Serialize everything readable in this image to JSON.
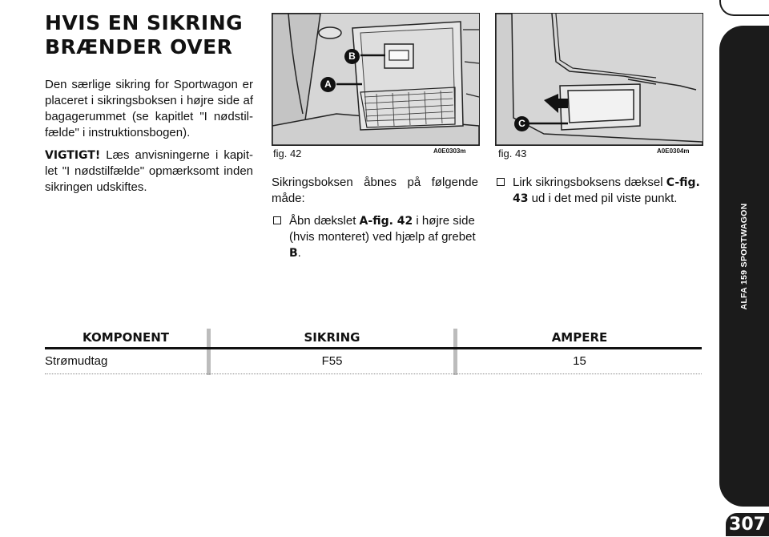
{
  "title_lines": [
    "HVIS EN SIKRING",
    "BRÆNDER OVER"
  ],
  "intro": "Den særlige sikring for Sportwagon er placeret i sikringsboksen i højre side af bagagerummet (se kapitlet \"I nødstil-fælde\" i instruktionsbogen).",
  "warning": {
    "label": "VIGTIGT!",
    "text": " Læs anvisningerne i kapit-let \"I nødstilfælde\" opmærksomt inden sikringen udskiftes."
  },
  "figures": [
    {
      "caption": "fig. 42",
      "code": "A0E0303m",
      "labels": [
        "B",
        "A"
      ]
    },
    {
      "caption": "fig. 43",
      "code": "A0E0304m",
      "labels": [
        "C"
      ]
    }
  ],
  "col2": {
    "lead": "Sikringsboksen åbnes på følgende måde:",
    "bullet_pre": "Åbn dækslet ",
    "bullet_ref": "A-fig. 42",
    "bullet_mid": " i højre side (hvis monteret) ved hjælp af grebet ",
    "bullet_ref2": "B",
    "bullet_end": "."
  },
  "col3": {
    "bullet_pre": "Lirk sikringsboksens dæksel ",
    "bullet_ref": "C-fig. 43",
    "bullet_end": " ud i det med pil viste punkt."
  },
  "table": {
    "headers": [
      "KOMPONENT",
      "SIKRING",
      "AMPERE"
    ],
    "rows": [
      [
        "Strømudtag",
        "F55",
        "15"
      ]
    ]
  },
  "sidebar_label": "ALFA 159 SPORTWAGON",
  "page_number": "307"
}
